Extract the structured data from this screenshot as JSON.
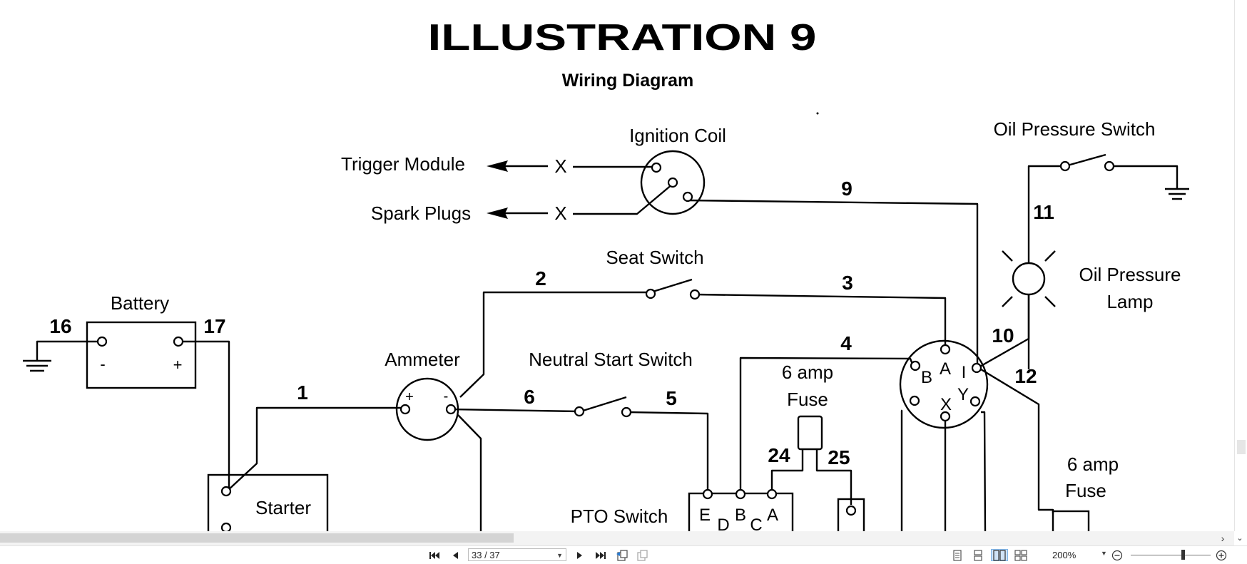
{
  "document": {
    "title": "ILLUSTRATION  9",
    "subtitle": "Wiring  Diagram",
    "labels": {
      "ignition_coil": "Ignition Coil",
      "oil_pressure_switch": "Oil Pressure Switch",
      "trigger_module": "Trigger Module",
      "spark_plugs": "Spark Plugs",
      "seat_switch": "Seat Switch",
      "oil_pressure_lamp_1": "Oil Pressure",
      "oil_pressure_lamp_2": "Lamp",
      "battery": "Battery",
      "ammeter": "Ammeter",
      "neutral_start_switch": "Neutral Start Switch",
      "fuse_6amp_1": "6 amp",
      "fuse_6amp_2": "Fuse",
      "fuse_6amp_right_1": "6 amp",
      "fuse_6amp_right_2": "Fuse",
      "starter": "Starter",
      "pto_switch": "PTO Switch",
      "marker_x": "X",
      "battery_minus": "-",
      "battery_plus": "+",
      "ammeter_plus": "+",
      "ammeter_minus": "-"
    },
    "wire_numbers": {
      "w1": "1",
      "w2": "2",
      "w3": "3",
      "w4": "4",
      "w5": "5",
      "w6": "6",
      "w9": "9",
      "w10": "10",
      "w11": "11",
      "w12": "12",
      "w16": "16",
      "w17": "17",
      "w24": "24",
      "w25": "25"
    },
    "ignition_terminals": {
      "b": "B",
      "a": "A",
      "i": "I",
      "y": "Y",
      "x": "X"
    },
    "pto_terminals": {
      "e": "E",
      "d": "D",
      "b": "B",
      "c": "C",
      "a": "A"
    }
  },
  "toolbar": {
    "page_value": "33 / 37",
    "zoom_value": "200%"
  },
  "icons": [
    "first-page-icon",
    "prev-page-icon",
    "next-page-icon",
    "last-page-icon",
    "go-back-view-icon",
    "go-forward-view-icon",
    "single-page-view-icon",
    "continuous-view-icon",
    "facing-view-icon",
    "book-view-icon",
    "zoom-out-icon",
    "zoom-in-icon"
  ],
  "colors": {
    "accent": "#cfe3f7",
    "scroll_thumb": "#d4d4d4",
    "page": "#ffffff"
  }
}
